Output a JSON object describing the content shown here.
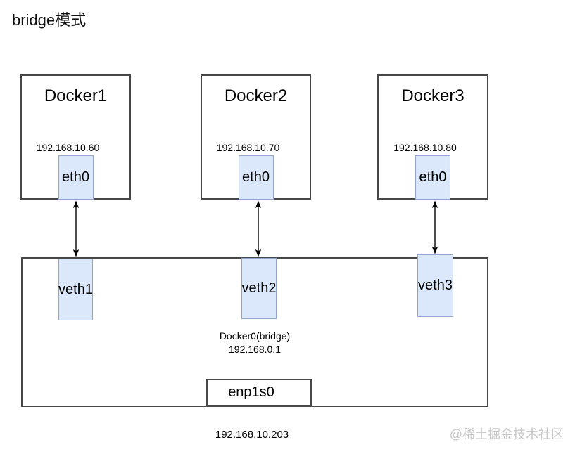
{
  "title": "bridge模式",
  "containers": [
    {
      "name": "Docker1",
      "ip": "192.168.10.60",
      "iface": "eth0"
    },
    {
      "name": "Docker2",
      "ip": "192.168.10.70",
      "iface": "eth0"
    },
    {
      "name": "Docker3",
      "ip": "192.168.10.80",
      "iface": "eth0"
    }
  ],
  "bridge": {
    "veths": [
      "veth1",
      "veth2",
      "veth3"
    ],
    "label_line1": "Docker0(bridge)",
    "label_line2": "192.168.0.1",
    "nic": "enp1s0"
  },
  "host_ip": "192.168.10.203",
  "watermark": "@稀土掘金技术社区",
  "colors": {
    "node_fill": "#dbe8fb",
    "node_border": "#8ea6cb",
    "box_border": "#474747"
  }
}
